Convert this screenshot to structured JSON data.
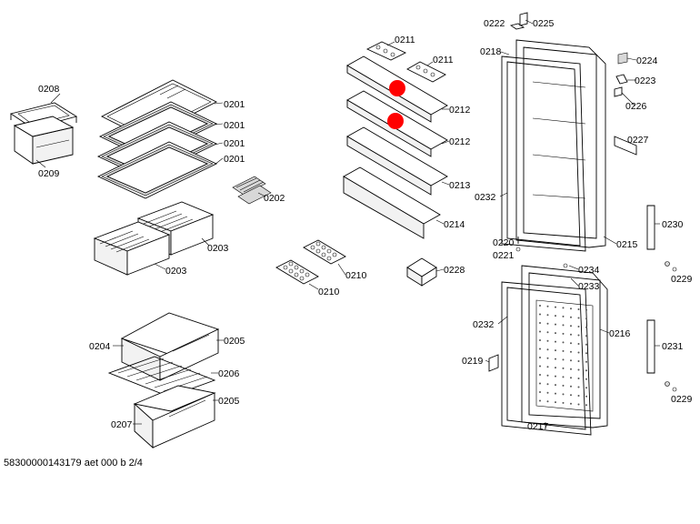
{
  "diagram": {
    "footer": "58300000143179 aet 000 b 2/4",
    "highlight_color": "#ff0000",
    "labels": {
      "p0208": "0208",
      "p0209": "0209",
      "p0201a": "0201",
      "p0201b": "0201",
      "p0201c": "0201",
      "p0201d": "0201",
      "p0202": "0202",
      "p0203a": "0203",
      "p0203b": "0203",
      "p0204": "0204",
      "p0205a": "0205",
      "p0206": "0206",
      "p0205b": "0205",
      "p0207": "0207",
      "p0210a": "0210",
      "p0210b": "0210",
      "p0211a": "0211",
      "p0211b": "0211",
      "p0212a": "0212",
      "p0212b": "0212",
      "p0213": "0213",
      "p0214": "0214",
      "p0228": "0228",
      "p0222": "0222",
      "p0225": "0225",
      "p0218": "0218",
      "p0224": "0224",
      "p0223": "0223",
      "p0226": "0226",
      "p0227": "0227",
      "p0232a": "0232",
      "p0230": "0230",
      "p0220": "0220",
      "p0221": "0221",
      "p0215": "0215",
      "p0234": "0234",
      "p0233": "0233",
      "p0229a": "0229",
      "p0232b": "0232",
      "p0216": "0216",
      "p0231": "0231",
      "p0219": "0219",
      "p0229b": "0229",
      "p0217": "0217"
    }
  }
}
